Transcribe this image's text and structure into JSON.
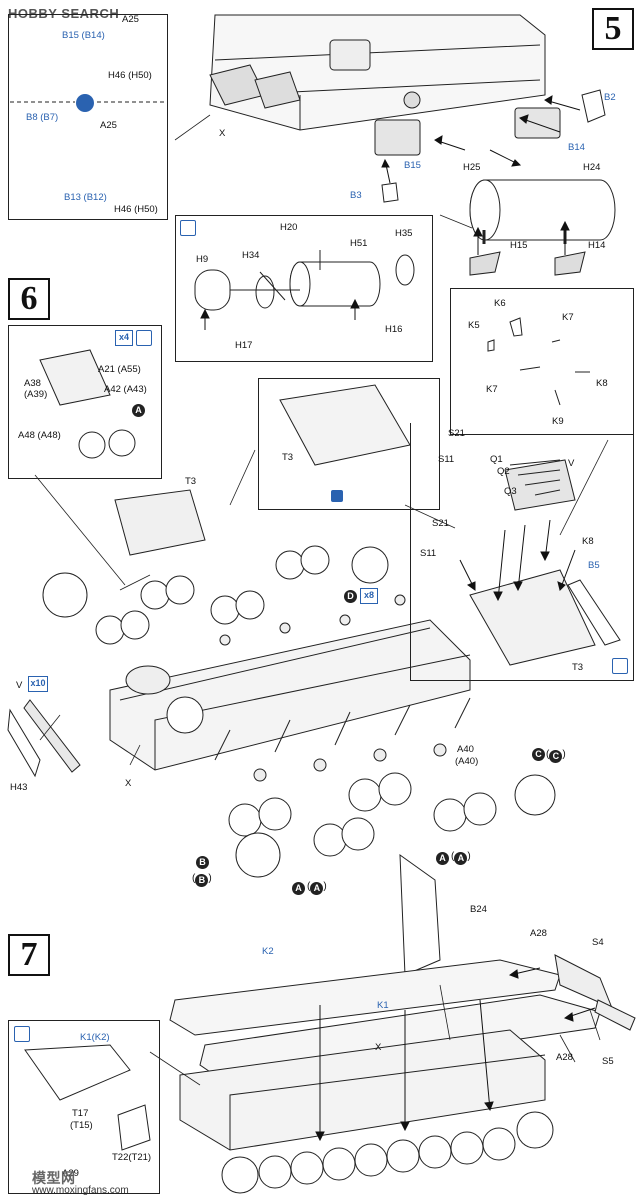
{
  "watermark": {
    "logo_text": "HOBBY SEARCH",
    "footer_cn": "模型网",
    "footer_url": "www.moxingfans.com"
  },
  "steps": {
    "five": "5",
    "six": "6",
    "seven": "7"
  },
  "step5": {
    "inset_top": {
      "labels": [
        "B15 (B14)",
        "A25",
        "H46 (H50)",
        "B8 (B7)",
        "A25",
        "B13 (B12)",
        "H46 (H50)"
      ]
    },
    "main_labels": [
      "X",
      "B2",
      "B14",
      "B15",
      "H25",
      "H24",
      "B3",
      "H15",
      "H14"
    ],
    "inset_muffler": {
      "labels": [
        "H20",
        "H35",
        "H51",
        "H9",
        "H34",
        "H16",
        "H17"
      ]
    }
  },
  "step6": {
    "inset_wheels": {
      "multiplier": "x4",
      "labels": [
        "A21 (A55)",
        "A38",
        "(A39)",
        "A42 (A43)",
        "A48 (A48)"
      ],
      "circle": "A"
    },
    "inset_t3": {
      "label": "T3"
    },
    "inset_tools": {
      "labels": [
        "K6",
        "K5",
        "K7",
        "K7",
        "K8",
        "K9"
      ]
    },
    "inset_rack": {
      "labels": [
        "S21",
        "S11",
        "Q1",
        "Q2",
        "Q3",
        "V",
        "S21",
        "S11",
        "K8",
        "B5",
        "T3"
      ]
    },
    "main_labels": [
      "T3",
      "H43",
      "X",
      "A40",
      "(A40)",
      "B24"
    ],
    "track_multiplier": "x10",
    "track_label": "V",
    "d_multiplier": "x8",
    "circles": {
      "d": "D",
      "c": "C",
      "c_paren": "C",
      "b": "B",
      "b_paren": "B",
      "a1": "A",
      "a1_paren": "A",
      "a2": "A",
      "a2_paren": "A"
    }
  },
  "step7": {
    "labels": [
      "K2",
      "K1",
      "A28",
      "S4",
      "X",
      "A28",
      "S5"
    ],
    "inset": {
      "labels": [
        "K1(K2)",
        "T17",
        "(T15)",
        "A29",
        "T22(T21)"
      ]
    }
  }
}
